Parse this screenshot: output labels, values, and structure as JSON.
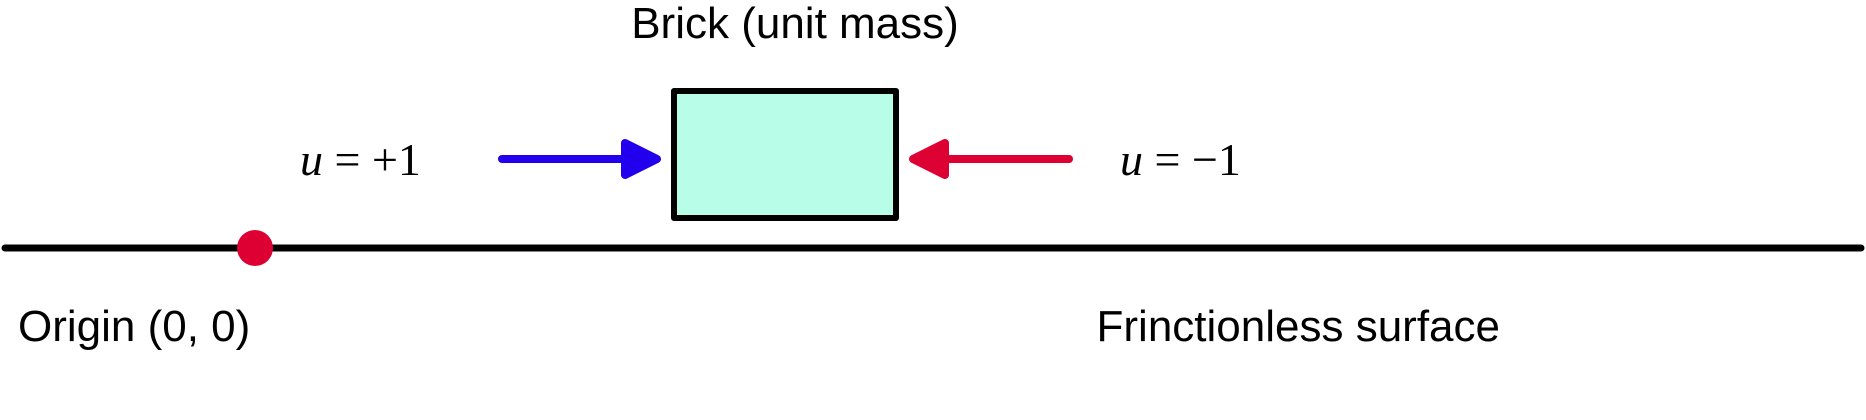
{
  "labels": {
    "brick": "Brick (unit mass)",
    "origin": "Origin (0, 0)",
    "surface": "Frinctionless surface"
  },
  "controls": {
    "positive": {
      "var": "u",
      "eq": " = +1"
    },
    "negative": {
      "var": "u",
      "eq": " = −1"
    }
  },
  "colors": {
    "brick_fill": "#b8fde8",
    "positive_arrow": "#2200ee",
    "negative_arrow": "#dd0033",
    "origin_dot": "#dd0033"
  }
}
